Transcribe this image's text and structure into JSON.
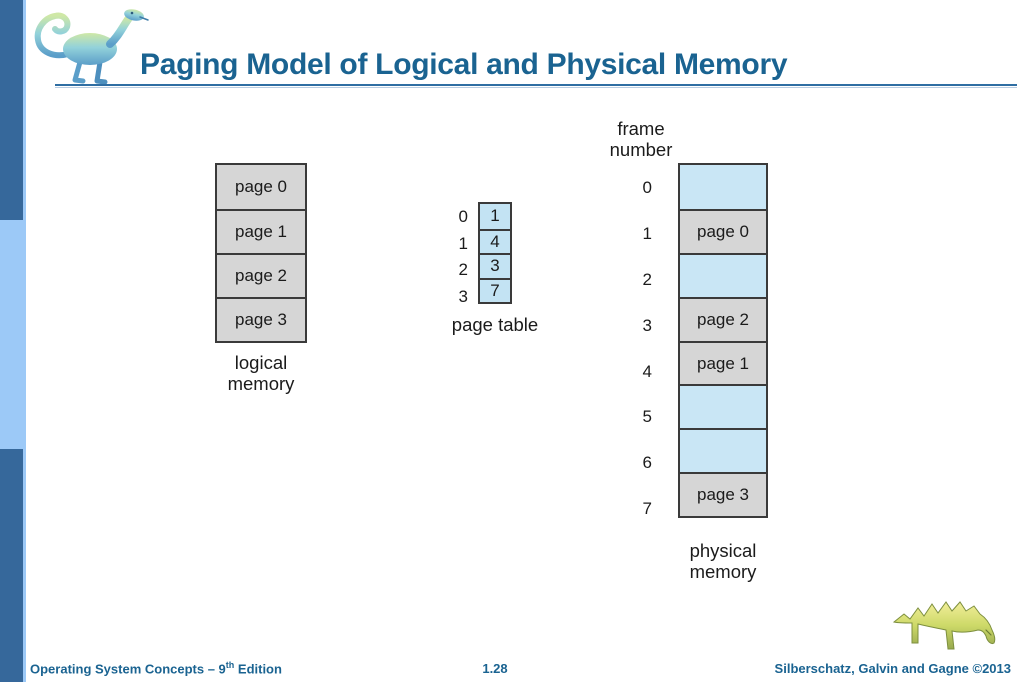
{
  "slide": {
    "title": "Paging Model of Logical and Physical Memory",
    "page_number": "1.28",
    "footer_left": {
      "prefix": "Operating System Concepts – 9",
      "superscript": "th",
      "suffix": " Edition"
    },
    "footer_right": "Silberschatz, Galvin and Gagne ©2013"
  },
  "diagram": {
    "logical_memory": {
      "pages": [
        "page 0",
        "page 1",
        "page 2",
        "page 3"
      ],
      "label_lines": [
        "logical",
        "memory"
      ]
    },
    "page_table": {
      "indices": [
        "0",
        "1",
        "2",
        "3"
      ],
      "values": [
        "1",
        "4",
        "3",
        "7"
      ],
      "label": "page table"
    },
    "physical_memory": {
      "header_lines": [
        "frame",
        "number"
      ],
      "frames": [
        {
          "number": "0",
          "content": "",
          "type": "empty"
        },
        {
          "number": "1",
          "content": "page 0",
          "type": "filled"
        },
        {
          "number": "2",
          "content": "",
          "type": "empty"
        },
        {
          "number": "3",
          "content": "page 2",
          "type": "filled"
        },
        {
          "number": "4",
          "content": "page 1",
          "type": "filled"
        },
        {
          "number": "5",
          "content": "",
          "type": "empty"
        },
        {
          "number": "6",
          "content": "",
          "type": "empty"
        },
        {
          "number": "7",
          "content": "page 3",
          "type": "filled"
        }
      ],
      "label_lines": [
        "physical",
        "memory"
      ]
    }
  },
  "icons": {
    "top_left": "dinosaur-logo",
    "bottom_right": "dinosaur-logo"
  },
  "colors": {
    "title_blue": "#1A6391",
    "accent_line": "#2F6EA3",
    "sidebar_dark": "#36689B",
    "sidebar_light": "#9CC9F7",
    "cell_gray": "#D6D6D6",
    "cell_blue": "#C9E6F5",
    "cell_border": "#3A3A3A"
  }
}
